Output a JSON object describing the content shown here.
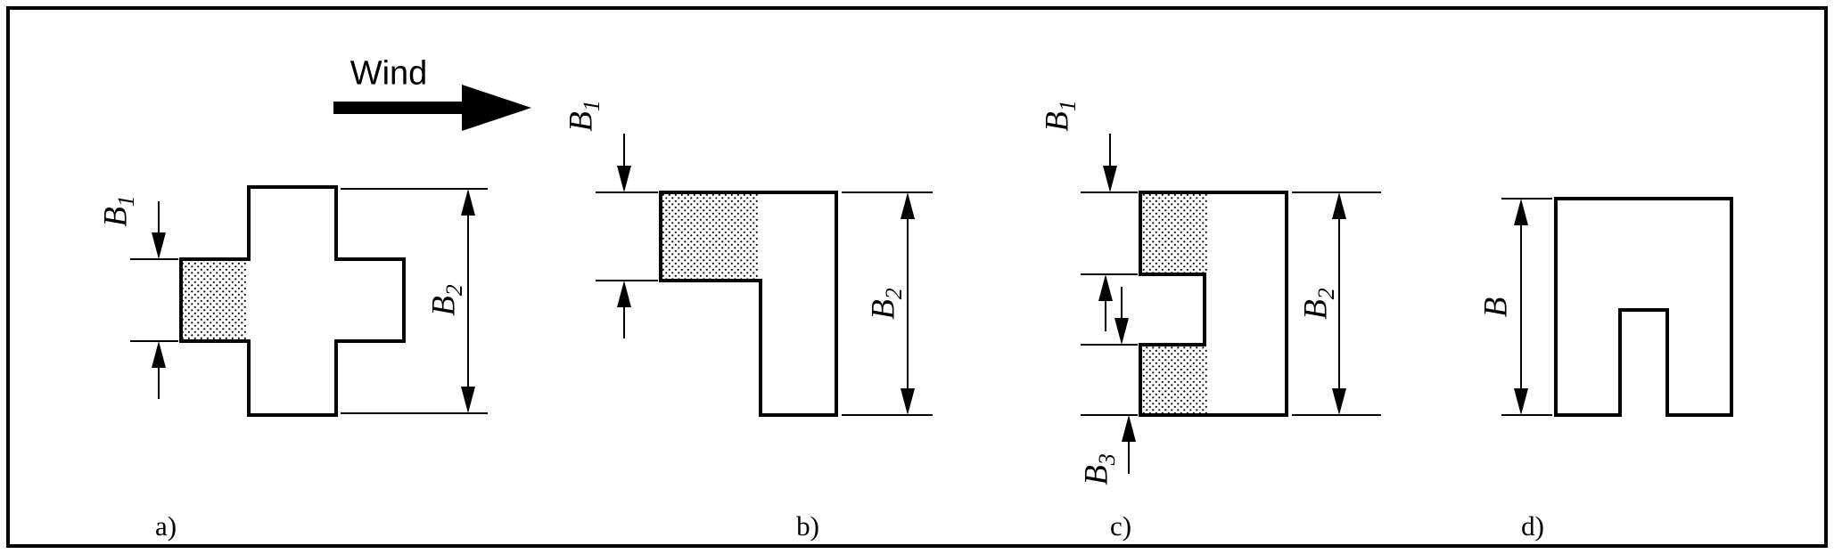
{
  "colors": {
    "line": "#000000",
    "background": "#ffffff",
    "shape_fill": "#ffffff"
  },
  "wind": {
    "label": "Wind"
  },
  "dims": {
    "b1": {
      "base": "B",
      "sub": "1"
    },
    "b2": {
      "base": "B",
      "sub": "2"
    },
    "b3": {
      "base": "B",
      "sub": "3"
    },
    "b": {
      "base": "B",
      "sub": ""
    }
  },
  "panels": {
    "a": {
      "label": "a)"
    },
    "b": {
      "label": "b)"
    },
    "c": {
      "label": "c)"
    },
    "d": {
      "label": "d)"
    }
  }
}
